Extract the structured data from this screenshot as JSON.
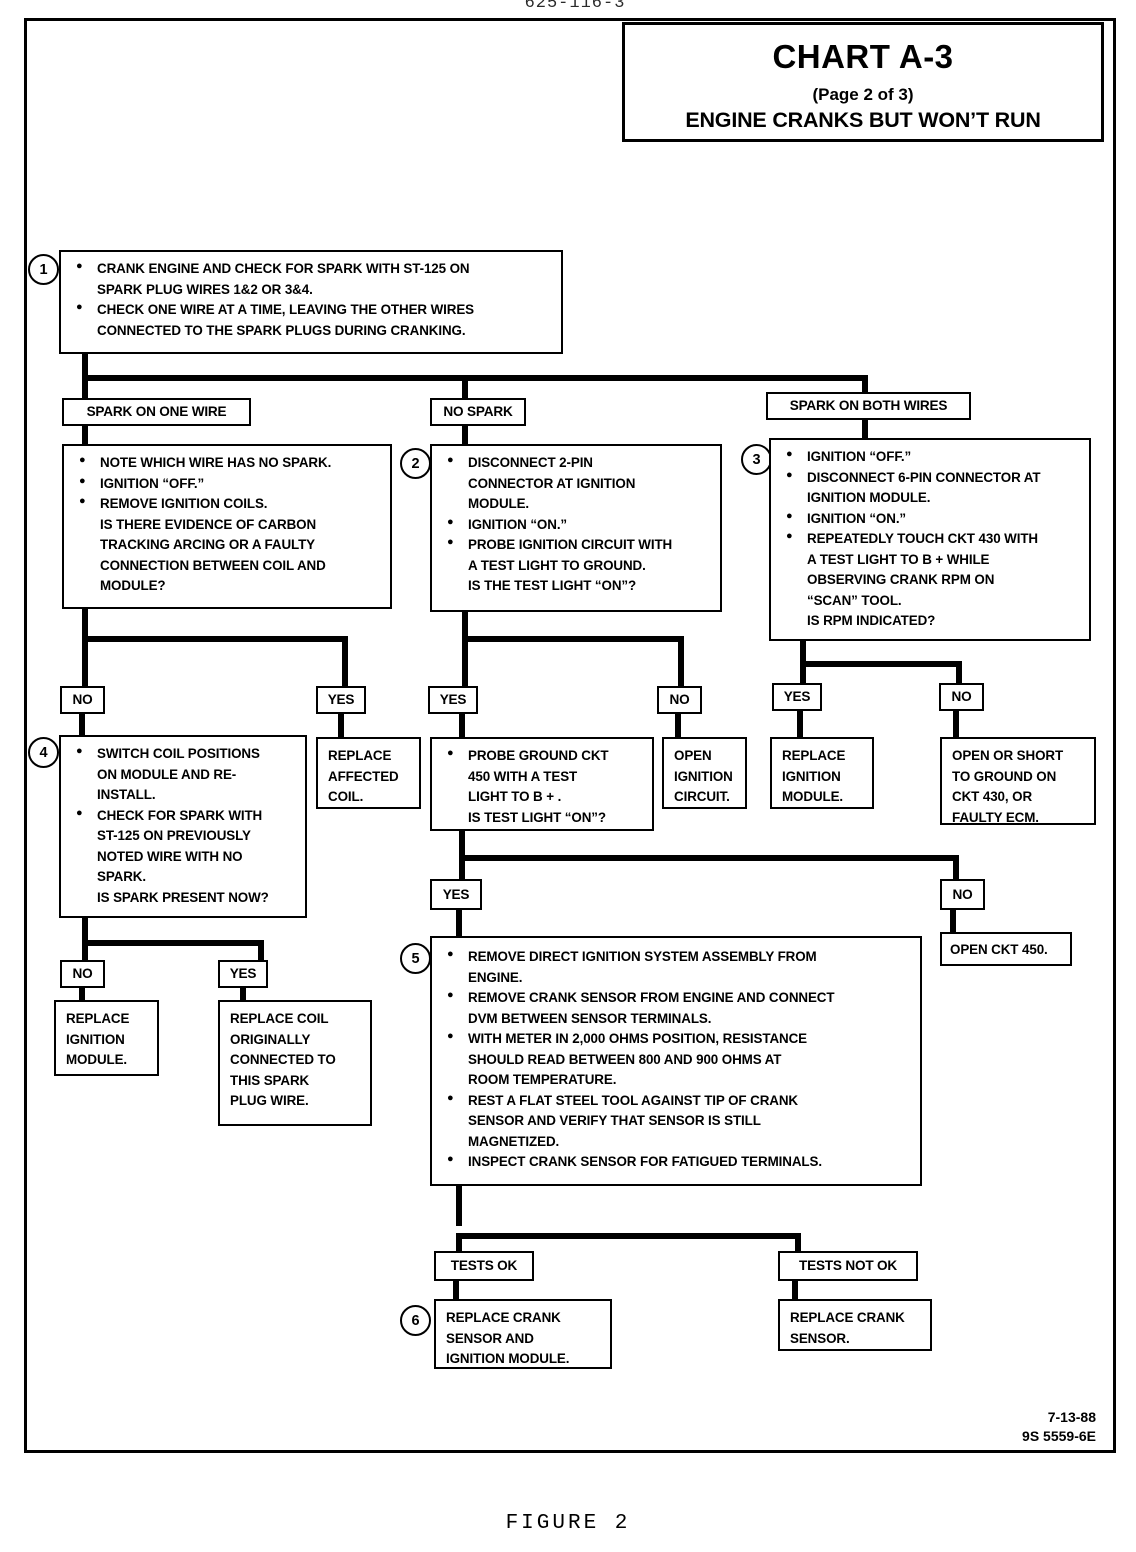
{
  "page": {
    "top_code": "625-116-3",
    "figure_caption": "FIGURE 2",
    "stamp_date": "7-13-88",
    "stamp_code": "9S 5559-6E"
  },
  "title": {
    "chart": "CHART A-3",
    "page_of": "(Page 2 of 3)",
    "subject": "ENGINE CRANKS BUT WON’T RUN"
  },
  "chart_data": {
    "type": "diagram",
    "title": "CHART A-3 — ENGINE CRANKS BUT WON’T RUN (Page 2 of 3)"
  },
  "steps": {
    "s1": "1",
    "s2": "2",
    "s3": "3",
    "s4": "4",
    "s5": "5",
    "s6": "6"
  },
  "nodes": {
    "step1": {
      "lines": [
        "CRANK ENGINE AND  CHECK FOR SPARK WITH ST-125  ON",
        "SPARK PLUG WIRES 1&2 OR 3&4.",
        "CHECK ONE WIRE AT A TIME, LEAVING THE OTHER WIRES",
        "CONNECTED TO THE SPARK PLUGS DURING CRANKING."
      ],
      "l1": "CRANK ENGINE AND  CHECK FOR SPARK WITH ST-125  ON",
      "l2": "SPARK PLUG WIRES 1&2 OR 3&4.",
      "l3": "CHECK ONE WIRE AT A TIME, LEAVING THE OTHER WIRES",
      "l4": "CONNECTED TO THE SPARK PLUGS DURING CRANKING."
    },
    "branch_a_label": "SPARK ON ONE WIRE",
    "branch_b_label": "NO SPARK",
    "branch_c_label": "SPARK ON BOTH WIRES",
    "boxA": {
      "l1": "NOTE WHICH WIRE HAS NO SPARK.",
      "l2": "IGNITION “OFF.”",
      "l3": "REMOVE IGNITION COILS.",
      "l4": "IS THERE EVIDENCE OF CARBON",
      "l5": "TRACKING ARCING OR A FAULTY",
      "l6": "CONNECTION BETWEEN COIL AND",
      "l7": "MODULE?"
    },
    "step2": {
      "l1": "DISCONNECT 2-PIN",
      "l2": "CONNECTOR AT IGNITION",
      "l3": "MODULE.",
      "l4": "IGNITION “ON.”",
      "l5": "PROBE IGNITION CIRCUIT WITH",
      "l6": "A TEST LIGHT TO GROUND.",
      "l7": "IS THE TEST LIGHT “ON”?"
    },
    "step3": {
      "l1": "IGNITION “OFF.”",
      "l2": "DISCONNECT 6-PIN CONNECTOR AT",
      "l3": "IGNITION MODULE.",
      "l4": "IGNITION “ON.”",
      "l5": "REPEATEDLY TOUCH CKT 430 WITH",
      "l6": "A TEST LIGHT TO B + WHILE",
      "l7": "OBSERVING CRANK RPM ON",
      "l8": "“SCAN” TOOL.",
      "l9": "IS RPM INDICATED?"
    },
    "step4": {
      "l1": "SWITCH COIL POSITIONS",
      "l2": "ON MODULE AND RE-",
      "l3": "INSTALL.",
      "l4": "CHECK FOR SPARK WITH",
      "l5": "ST-125 ON PREVIOUSLY",
      "l6": "NOTED WIRE WITH NO",
      "l7": "SPARK.",
      "l8": "IS SPARK PRESENT NOW?"
    },
    "replace_affected_coil": {
      "l1": "REPLACE",
      "l2": "AFFECTED",
      "l3": "COIL."
    },
    "probe_ground": {
      "l1": "PROBE GROUND CKT",
      "l2": "450 WITH A TEST",
      "l3": "LIGHT TO B + .",
      "l4": "IS TEST LIGHT “ON”?"
    },
    "open_ignition_circuit": {
      "l1": "OPEN",
      "l2": "IGNITION",
      "l3": "CIRCUIT."
    },
    "replace_ignition_module_r": {
      "l1": "REPLACE",
      "l2": "IGNITION",
      "l3": "MODULE."
    },
    "open_or_short": {
      "l1": "OPEN OR SHORT",
      "l2": "TO GROUND ON",
      "l3": "CKT 430, OR",
      "l4": "FAULTY ECM."
    },
    "replace_ignition_module_l": {
      "l1": "REPLACE",
      "l2": "IGNITION",
      "l3": "MODULE."
    },
    "replace_coil_orig": {
      "l1": "REPLACE COIL",
      "l2": "ORIGINALLY",
      "l3": "CONNECTED TO",
      "l4": "THIS SPARK",
      "l5": "PLUG WIRE."
    },
    "open_ckt_450": "OPEN CKT 450.",
    "step5": {
      "l1": "REMOVE DIRECT IGNITION SYSTEM  ASSEMBLY FROM",
      "l2": "ENGINE.",
      "l3": "REMOVE CRANK SENSOR FROM ENGINE AND CONNECT",
      "l4": "DVM BETWEEN SENSOR TERMINALS.",
      "l5": "WITH METER IN 2,000 OHMS POSITION, RESISTANCE",
      "l6": "SHOULD READ BETWEEN 800 AND 900 OHMS AT",
      "l7": "ROOM TEMPERATURE.",
      "l8": "REST A FLAT STEEL TOOL AGAINST TIP OF CRANK",
      "l9": "SENSOR AND VERIFY THAT SENSOR IS STILL",
      "l10": "MAGNETIZED.",
      "l11": "INSPECT CRANK SENSOR FOR FATIGUED TERMINALS."
    },
    "tests_ok": "TESTS OK",
    "tests_not_ok": "TESTS NOT OK",
    "step6": {
      "l1": "REPLACE CRANK",
      "l2": "SENSOR  AND",
      "l3": "IGNITION MODULE."
    },
    "replace_crank_sensor": {
      "l1": "REPLACE CRANK",
      "l2": "SENSOR."
    }
  },
  "labels": {
    "yes": "YES",
    "no": "NO"
  }
}
